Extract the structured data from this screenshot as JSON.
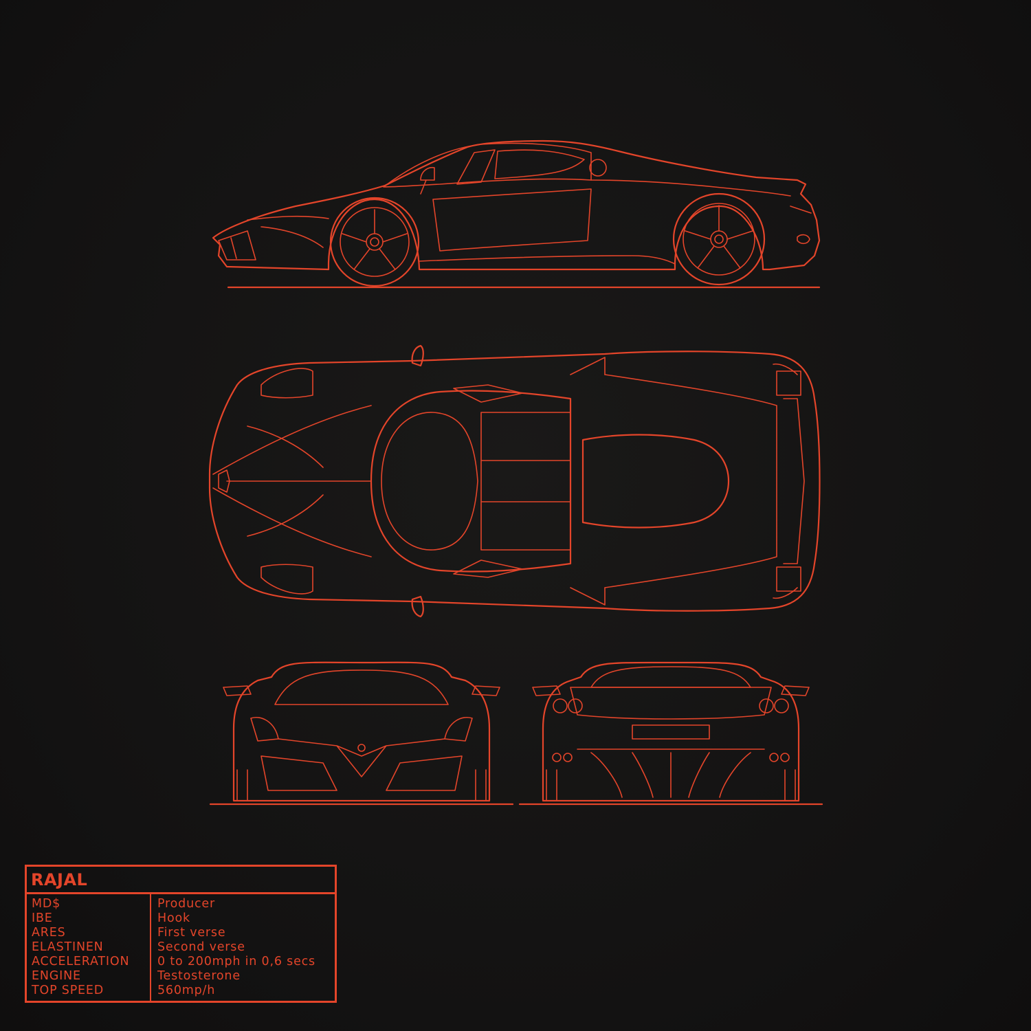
{
  "artwork": {
    "accent_color": "#e4452a",
    "background_color": "#141313",
    "views": [
      "side-view",
      "top-view",
      "front-view",
      "rear-view"
    ]
  },
  "credits": {
    "title": "RAJAL",
    "rows": [
      {
        "label": "MD$",
        "value": "Producer"
      },
      {
        "label": "IBE",
        "value": "Hook"
      },
      {
        "label": "ARES",
        "value": "First verse"
      },
      {
        "label": "ELASTINEN",
        "value": "Second verse"
      },
      {
        "label": "ACCELERATION",
        "value": "0 to 200mph in 0,6 secs"
      },
      {
        "label": "ENGINE",
        "value": "Testosterone"
      },
      {
        "label": "TOP SPEED",
        "value": "560mp/h"
      }
    ]
  }
}
